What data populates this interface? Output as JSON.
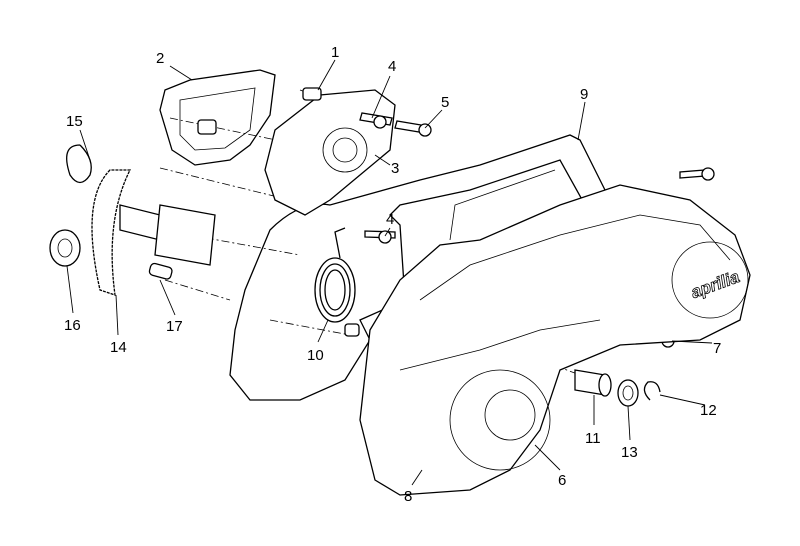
{
  "diagram": {
    "title": "Exploded parts diagram - transmission cover and kick-start",
    "logo_text": "aprilia",
    "callouts": [
      {
        "id": "c1",
        "text": "1"
      },
      {
        "id": "c2",
        "text": "2"
      },
      {
        "id": "c3",
        "text": "3"
      },
      {
        "id": "c4a",
        "text": "4"
      },
      {
        "id": "c4b",
        "text": "4"
      },
      {
        "id": "c5",
        "text": "5"
      },
      {
        "id": "c6",
        "text": "6"
      },
      {
        "id": "c7",
        "text": "7"
      },
      {
        "id": "c8",
        "text": "8"
      },
      {
        "id": "c9",
        "text": "9"
      },
      {
        "id": "c10",
        "text": "10"
      },
      {
        "id": "c11",
        "text": "11"
      },
      {
        "id": "c12",
        "text": "12"
      },
      {
        "id": "c13",
        "text": "13"
      },
      {
        "id": "c14",
        "text": "14"
      },
      {
        "id": "c15",
        "text": "15"
      },
      {
        "id": "c16",
        "text": "16"
      },
      {
        "id": "c17",
        "text": "17"
      }
    ]
  }
}
